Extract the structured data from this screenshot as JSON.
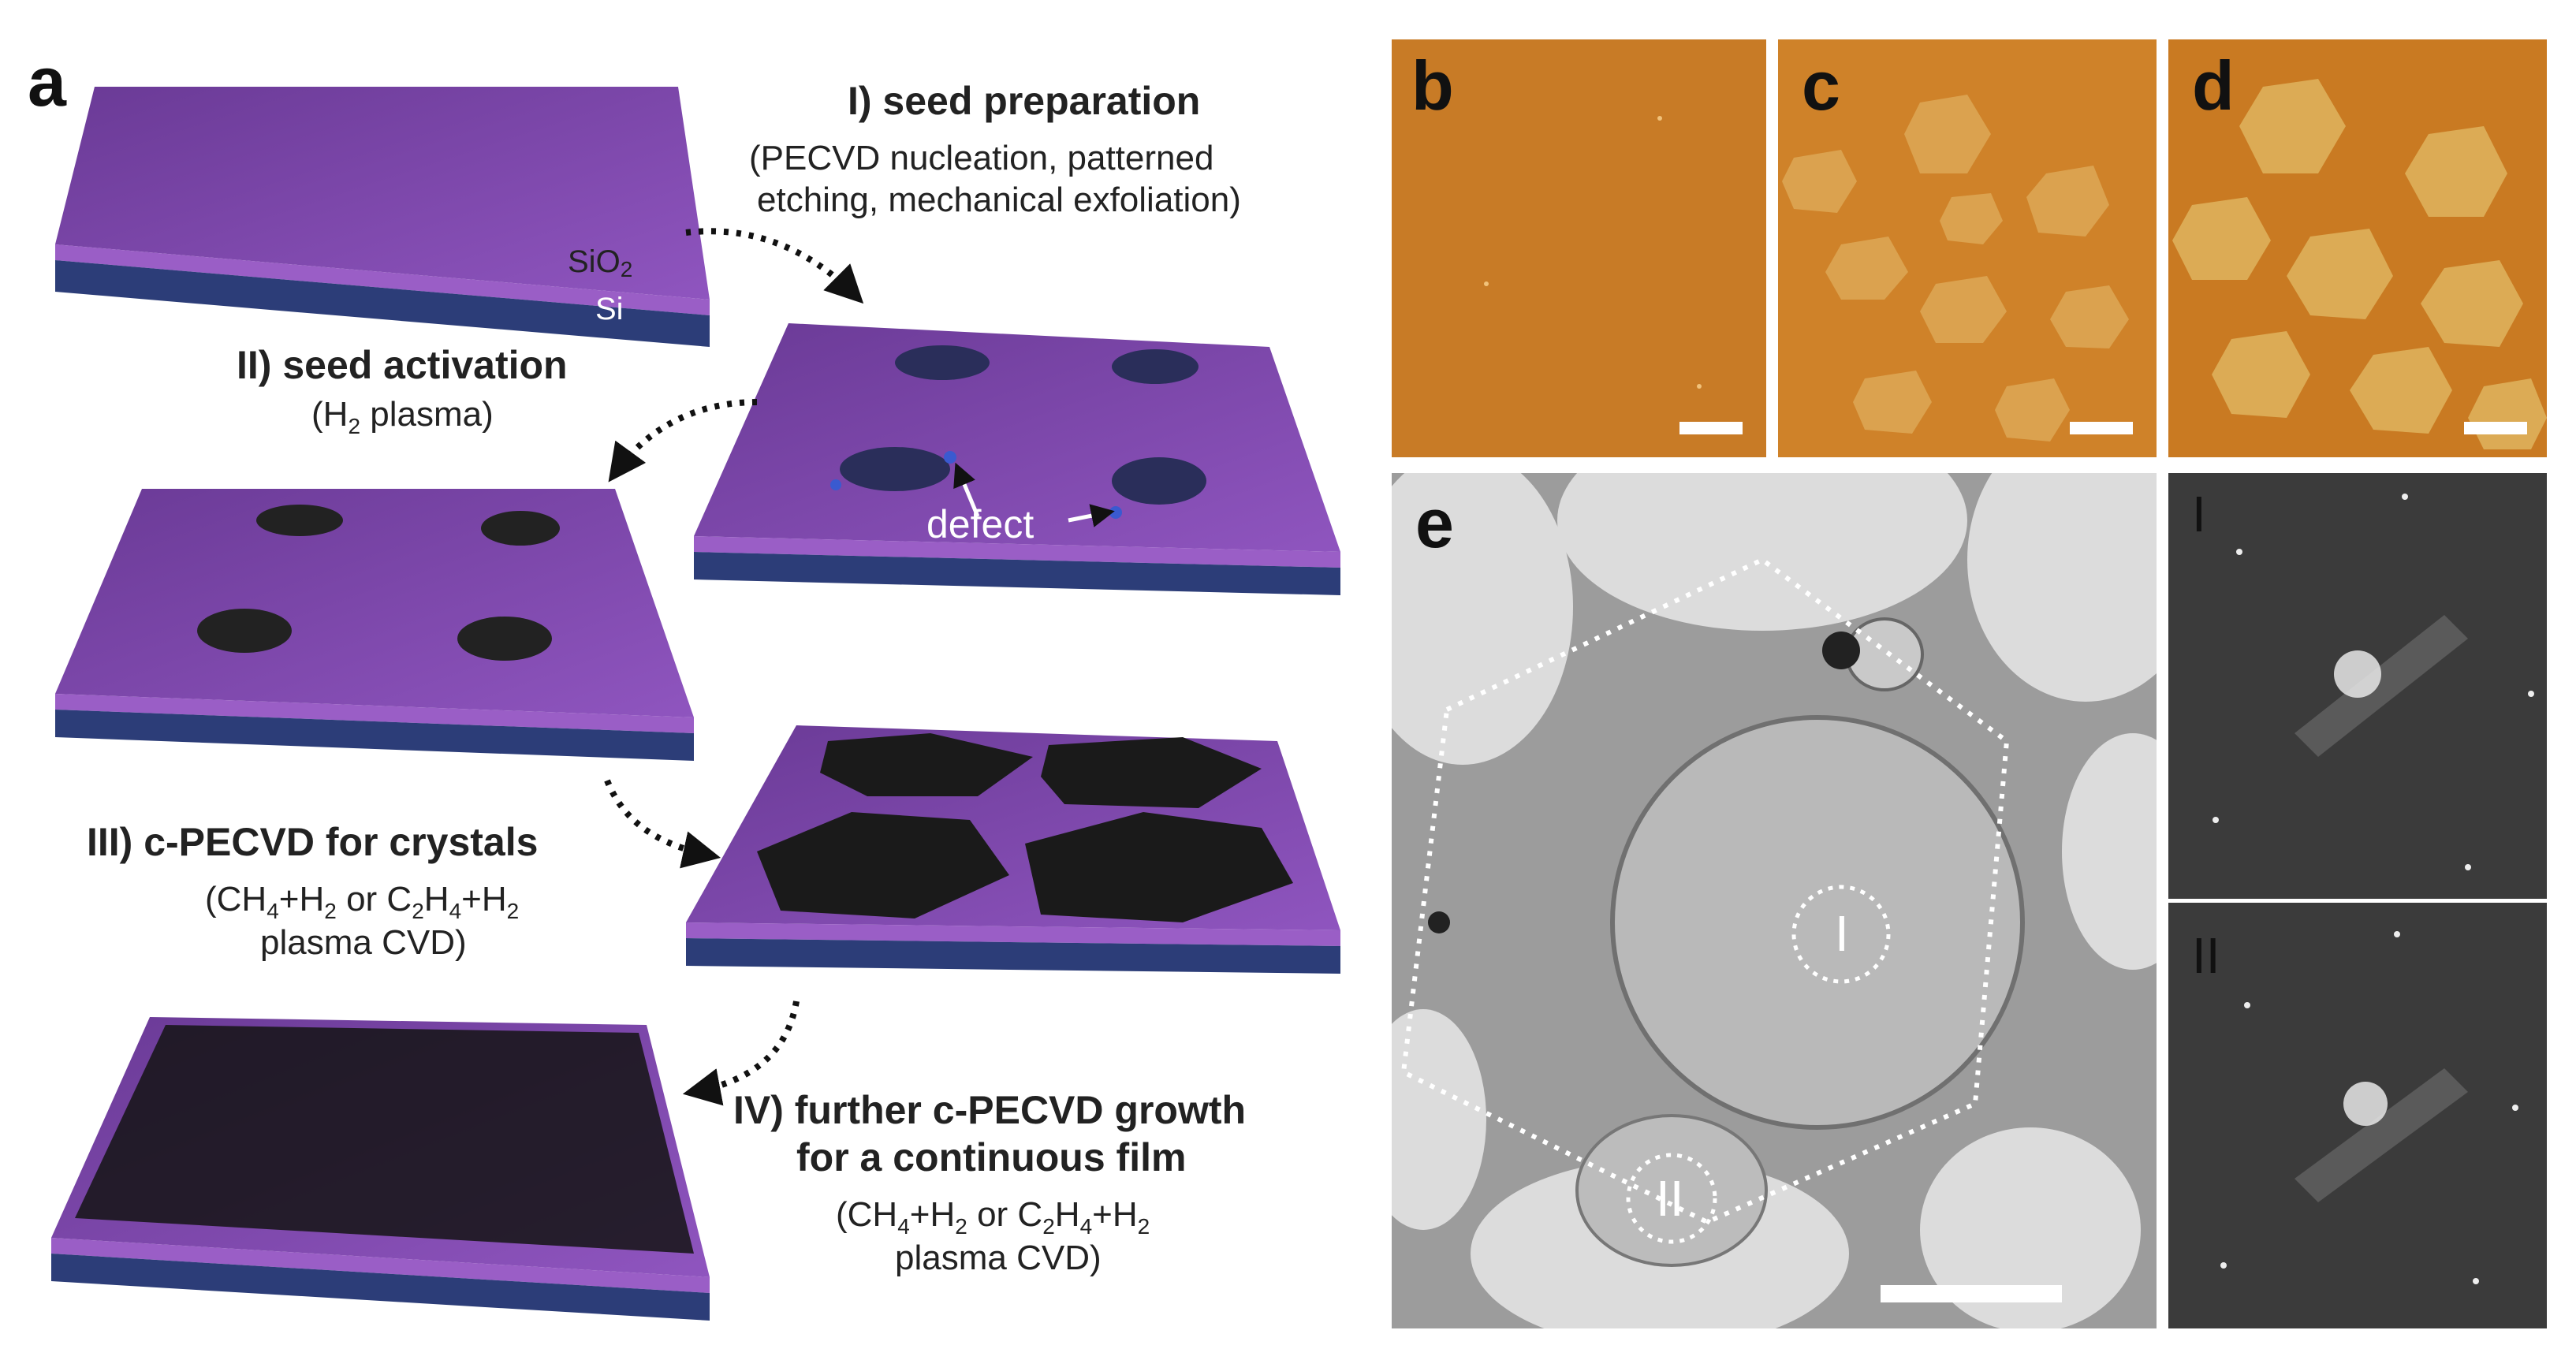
{
  "panels": {
    "a": "a",
    "b": "b",
    "c": "c",
    "d": "d",
    "e": "e",
    "I": "I",
    "II": "II"
  },
  "substrate": {
    "top_layer": "SiO",
    "top_layer_sub": "2",
    "bottom_layer": "Si"
  },
  "steps": {
    "s1": {
      "title": "I) seed preparation",
      "line1": "(PECVD nucleation, patterned",
      "line2": "etching, mechanical exfoliation)"
    },
    "s2": {
      "title": "II) seed activation",
      "sub_pre": "(H",
      "sub_idx": "2",
      "sub_post": " plasma)"
    },
    "s3": {
      "title": "III) c-PECVD for crystals",
      "l1_a": "(CH",
      "l1_b": "4",
      "l1_c": "+H",
      "l1_d": "2",
      "l1_e": " or C",
      "l1_f": "2",
      "l1_g": "H",
      "l1_h": "4",
      "l1_i": "+H",
      "l1_j": "2",
      "line2": "plasma CVD)"
    },
    "s4": {
      "title_line1": "IV) further c-PECVD growth",
      "title_line2": "for a continuous film",
      "l1_a": "(CH",
      "l1_b": "4",
      "l1_c": "+H",
      "l1_d": "2",
      "l1_e": " or C",
      "l1_f": "2",
      "l1_g": "H",
      "l1_h": "4",
      "l1_i": "+H",
      "l1_j": "2",
      "line2": "plasma CVD)"
    }
  },
  "annotations": {
    "defect": "defect"
  },
  "colors": {
    "substrate_top": "#7a3fa0",
    "substrate_side_oxide": "#8a4bb0",
    "substrate_side_si": "#2c3d78",
    "atom": "#1a1a1a",
    "afm_base": "#c9761e",
    "tem_base": "#a9a9a9",
    "saed_base": "#3a3a3a"
  }
}
